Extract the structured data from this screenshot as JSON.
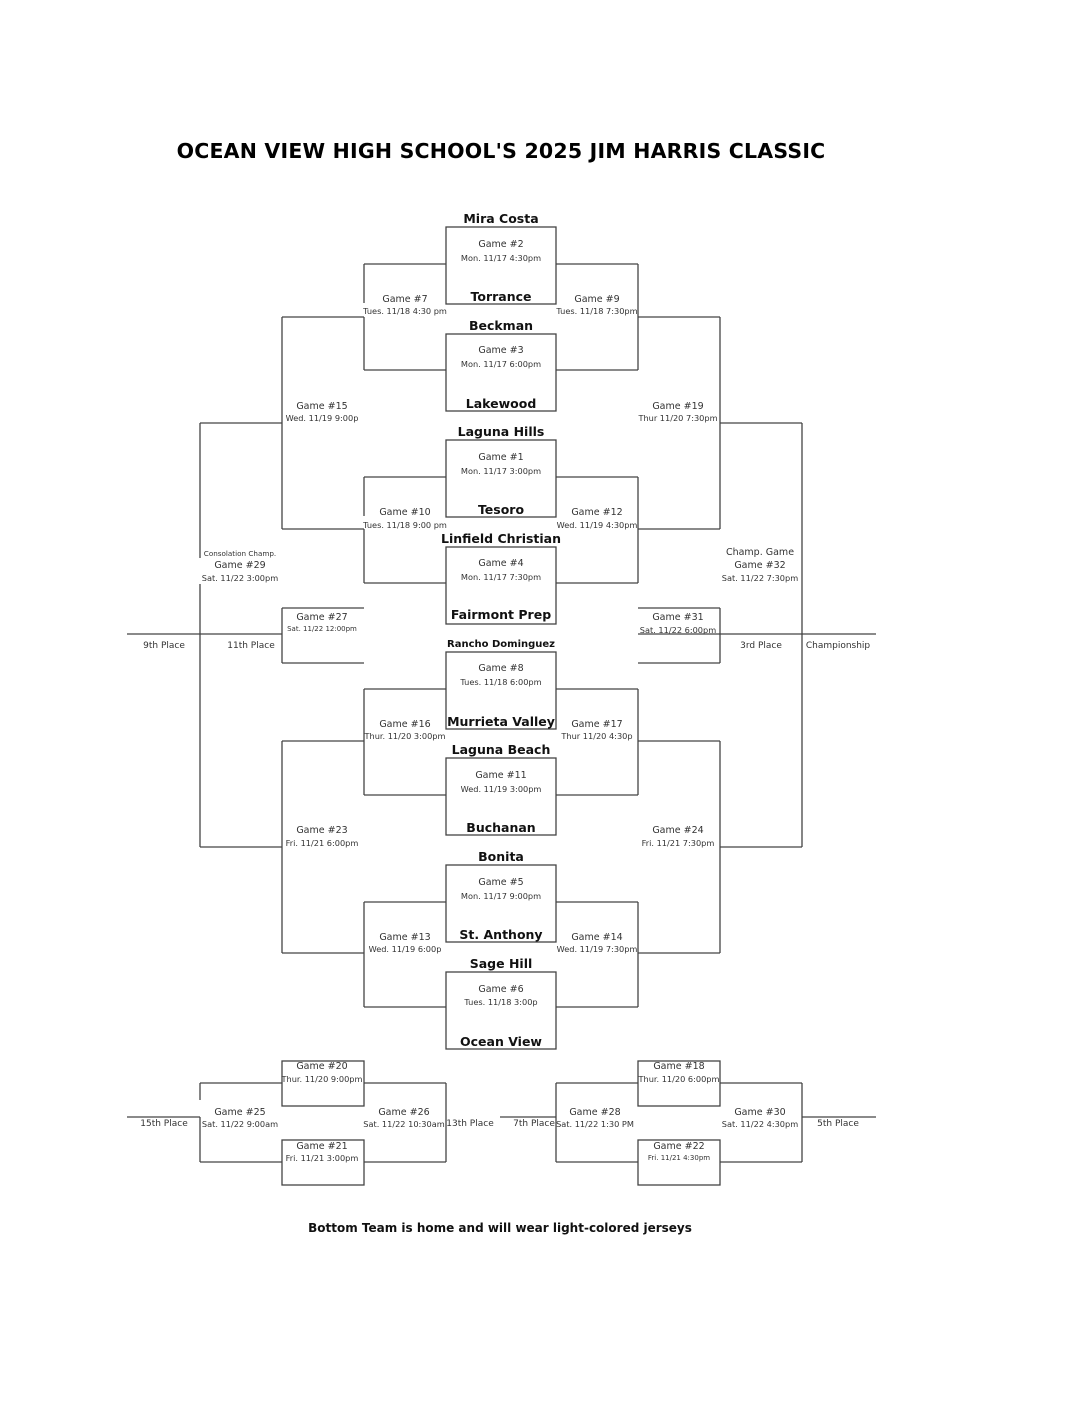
{
  "title": "OCEAN VIEW HIGH SCHOOL'S 2025 JIM HARRIS CLASSIC",
  "footer_note": "Bottom Team is home and will wear light-colored jerseys",
  "first_round": [
    {
      "game": "Game #2",
      "date": "Mon. 11/17 4:30pm",
      "top_team": "Mira Costa",
      "bottom_team": "Torrance"
    },
    {
      "game": "Game #3",
      "date": "Mon. 11/17 6:00pm",
      "top_team": "Beckman",
      "bottom_team": "Lakewood"
    },
    {
      "game": "Game #1",
      "date": "Mon. 11/17 3:00pm",
      "top_team": "Laguna Hills",
      "bottom_team": "Tesoro"
    },
    {
      "game": "Game #4",
      "date": "Mon. 11/17 7:30pm",
      "top_team": "Linfield Christian",
      "bottom_team": "Fairmont Prep"
    },
    {
      "game": "Game #8",
      "date": "Tues. 11/18 6:00pm",
      "top_team": "Rancho Dominguez",
      "bottom_team": "Murrieta Valley"
    },
    {
      "game": "Game #11",
      "date": "Wed. 11/19 3:00pm",
      "top_team": "Laguna Beach",
      "bottom_team": "Buchanan"
    },
    {
      "game": "Game #5",
      "date": "Mon. 11/17 9:00pm",
      "top_team": "Bonita",
      "bottom_team": "St. Anthony"
    },
    {
      "game": "Game #6",
      "date": "Tues. 11/18 3:00p",
      "top_team": "Sage Hill",
      "bottom_team": "Ocean View"
    }
  ],
  "consolation_left": [
    {
      "game": "Game #7",
      "date": "Tues. 11/18 4:30 pm"
    },
    {
      "game": "Game #10",
      "date": "Tues. 11/18 9:00 pm"
    },
    {
      "game": "Game #16",
      "date": "Thur. 11/20 3:00pm"
    },
    {
      "game": "Game #13",
      "date": "Wed. 11/19 6:00p"
    },
    {
      "game": "Game #15",
      "date": "Wed. 11/19 9:00p"
    },
    {
      "game": "Game #23",
      "date": "Fri. 11/21 6:00pm"
    },
    {
      "game": "Game #27",
      "date": "Sat. 11/22 12:00pm"
    },
    {
      "caption": "Consolation Champ.",
      "game": "Game #29",
      "date": "Sat. 11/22 3:00pm"
    }
  ],
  "championship_right": [
    {
      "game": "Game #9",
      "date": "Tues. 11/18 7:30pm"
    },
    {
      "game": "Game #12",
      "date": "Wed. 11/19 4:30pm"
    },
    {
      "game": "Game #17",
      "date": "Thur 11/20 4:30p"
    },
    {
      "game": "Game #14",
      "date": "Wed. 11/19 7:30pm"
    },
    {
      "game": "Game #19",
      "date": "Thur 11/20 7:30pm"
    },
    {
      "game": "Game #24",
      "date": "Fri. 11/21  7:30pm"
    },
    {
      "game": "Game #31",
      "date": "Sat. 11/22 6:00pm"
    },
    {
      "caption": "Champ. Game",
      "game": "Game #32",
      "date": "Sat. 11/22 7:30pm"
    }
  ],
  "places": {
    "ninth": "9th Place",
    "eleventh": "11th Place",
    "third": "3rd Place",
    "championship": "Championship",
    "fifteenth": "15th Place",
    "thirteenth": "13th Place",
    "seventh": "7th Place",
    "fifth": "5th Place"
  },
  "lower_left": [
    {
      "game": "Game #20",
      "date": "Thur. 11/20 9:00pm"
    },
    {
      "game": "Game #21",
      "date": "Fri. 11/21 3:00pm"
    },
    {
      "game": "Game #25",
      "date": "Sat. 11/22 9:00am"
    },
    {
      "game": "Game #26",
      "date": "Sat. 11/22 10:30am"
    }
  ],
  "lower_right": [
    {
      "game": "Game #18",
      "date": "Thur. 11/20 6:00pm"
    },
    {
      "game": "Game #22",
      "date": "Fri. 11/21  4:30pm"
    },
    {
      "game": "Game #28",
      "date": "Sat. 11/22 1:30 PM"
    },
    {
      "game": "Game #30",
      "date": "Sat. 11/22 4:30pm"
    }
  ]
}
